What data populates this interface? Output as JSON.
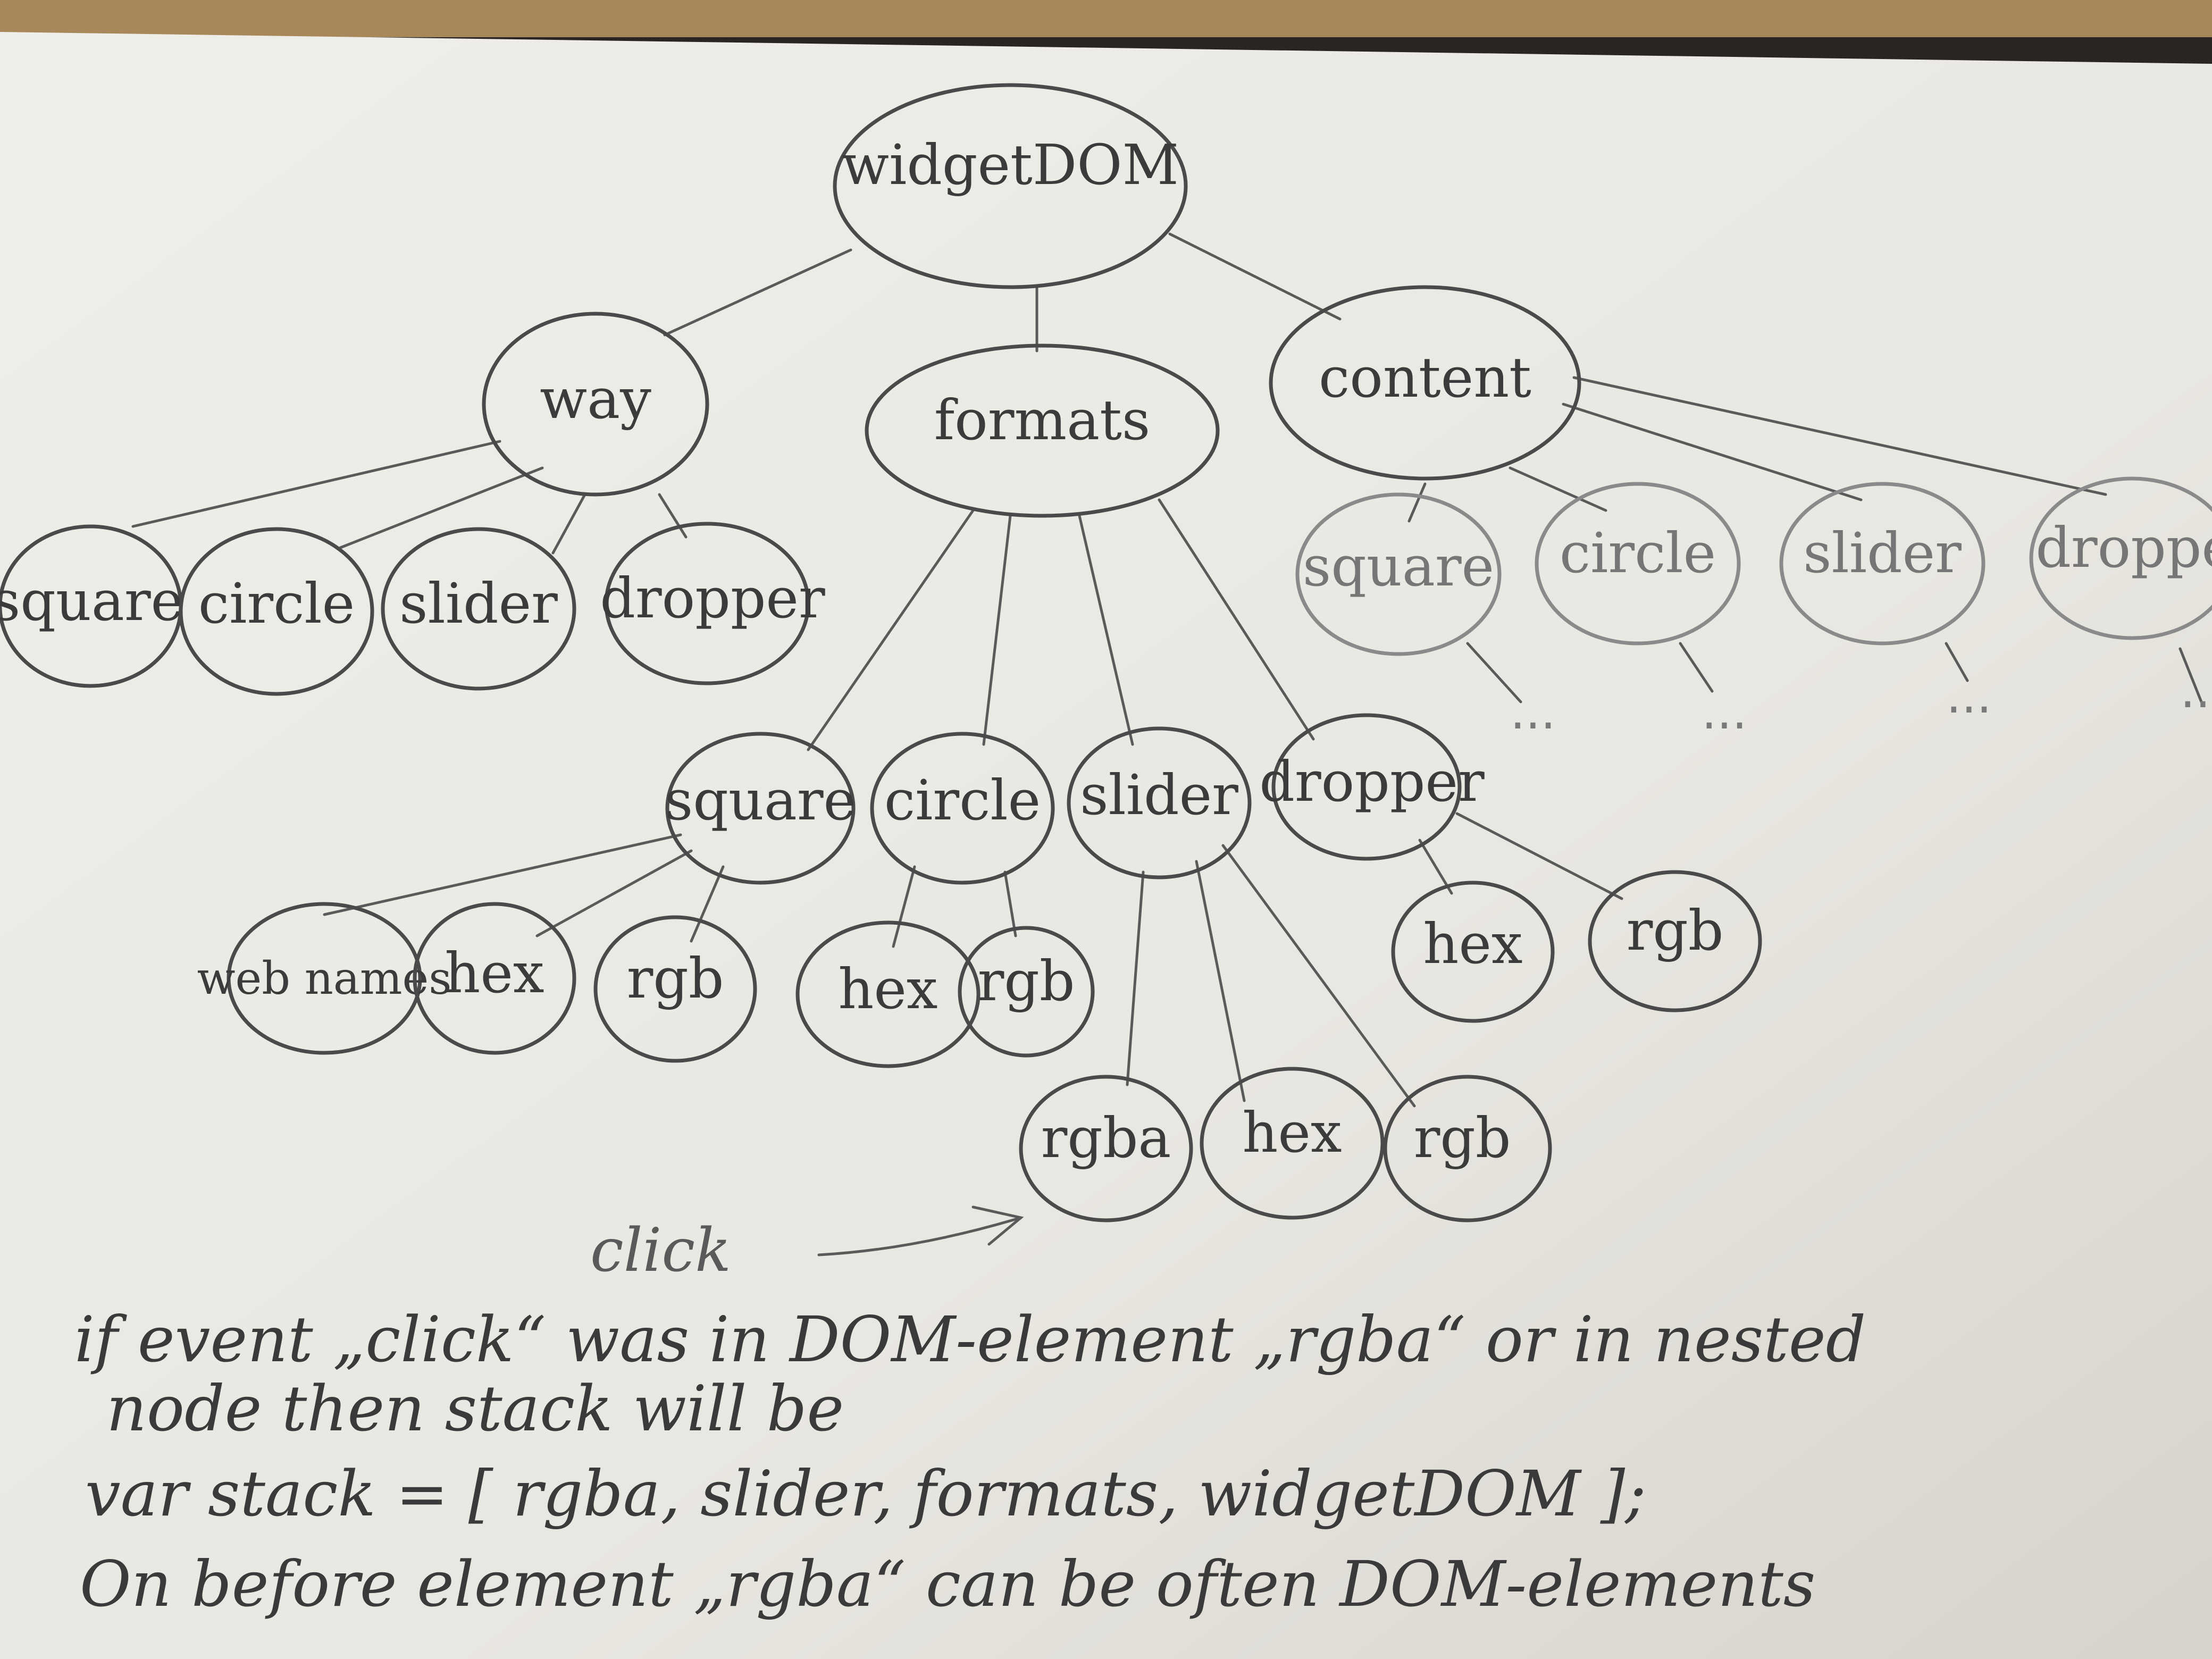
{
  "diagram": {
    "root": "widgetDOM",
    "level1": [
      "way",
      "formats",
      "content"
    ],
    "way_children": [
      "square",
      "circle",
      "slider",
      "dropper"
    ],
    "formats_children": [
      "square",
      "circle",
      "slider",
      "dropper"
    ],
    "content_children": [
      "square",
      "circle",
      "slider",
      "dropper"
    ],
    "formats_square_children": [
      "web names",
      "hex",
      "rgb"
    ],
    "formats_circle_children": [
      "hex",
      "rgb"
    ],
    "formats_slider_children": [
      "rgba",
      "hex",
      "rgb"
    ],
    "formats_dropper_children": [
      "hex",
      "rgb"
    ],
    "ellipsis": "...",
    "click_label": "click"
  },
  "note": {
    "line1": "if event „click“ was in DOM-element „rgba“ or in nested",
    "line2": "node then stack will be",
    "line3": "var stack = [ rgba, slider, formats, widgetDOM ];",
    "line4": "On before element „rgba“ can be often DOM-elements"
  },
  "colors": {
    "paper": "#efeee9",
    "pencil": "#4a4a4a",
    "background": "#2a2520"
  }
}
